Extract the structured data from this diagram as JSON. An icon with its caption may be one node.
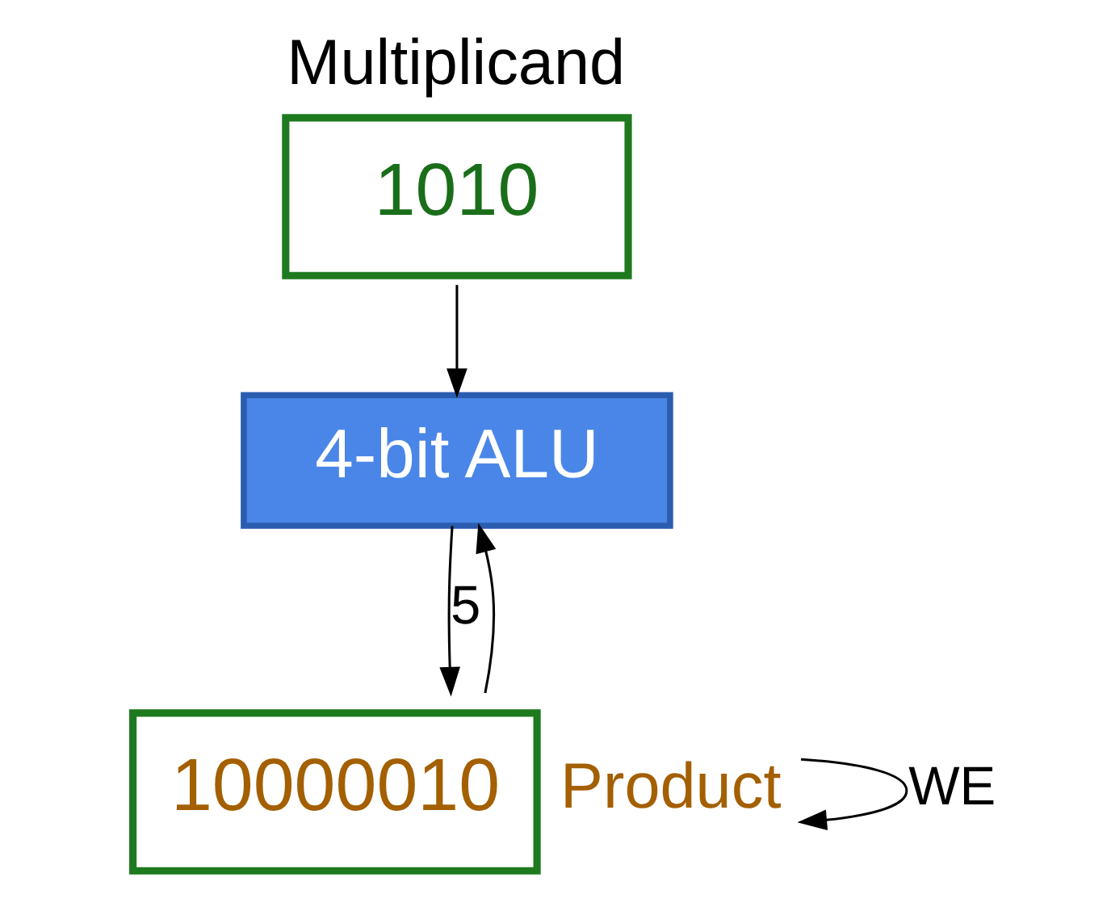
{
  "diagram": {
    "nodes": [
      {
        "text": [
          "Multiplicand",
          "1010"
        ]
      },
      {
        "text": [
          "4-bit ALU"
        ]
      },
      {
        "text": [
          "10000010"
        ],
        "beside": [
          "Product"
        ]
      }
    ],
    "edges": [
      {
        "from": 0,
        "to": 1,
        "arrow": "to"
      },
      {
        "from": 1,
        "to": 2,
        "arrow": "to",
        "label": "5"
      },
      {
        "from": 2,
        "to": 1,
        "arrow": "to"
      },
      {
        "from": 2,
        "to": 2,
        "arrow": "to",
        "label": "WE"
      }
    ]
  }
}
